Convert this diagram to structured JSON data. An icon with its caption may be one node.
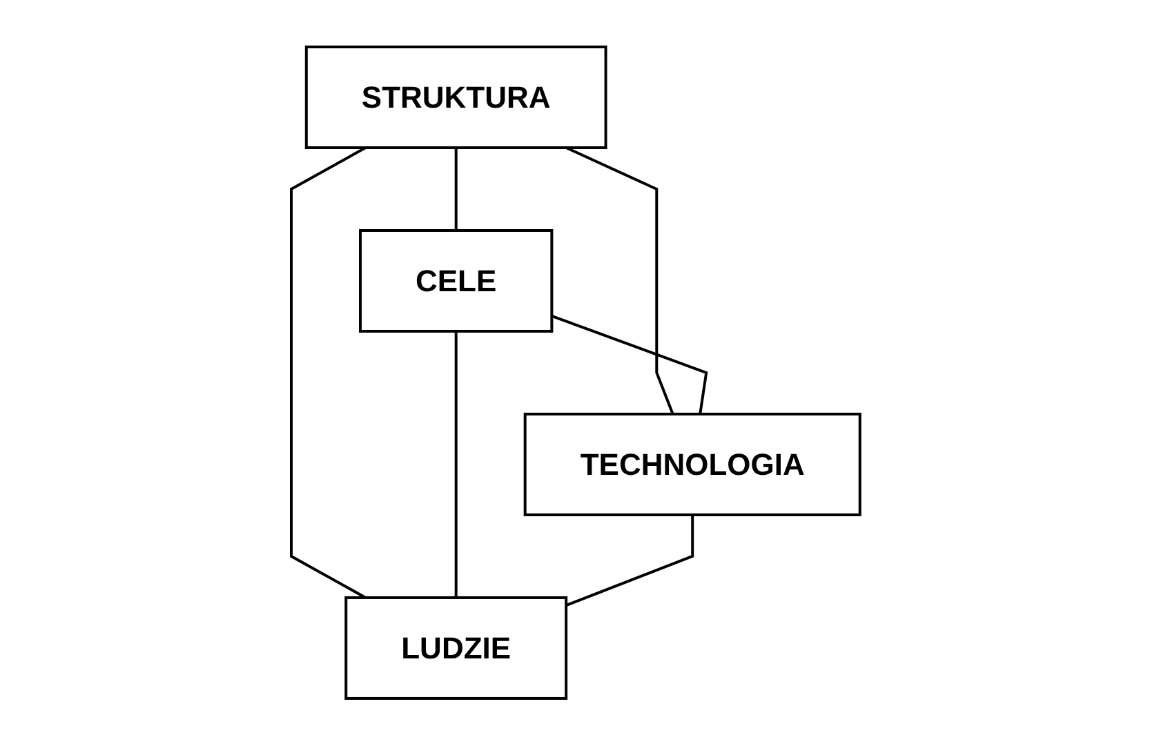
{
  "diagram": {
    "nodes": [
      {
        "text": [
          "STRUKTURA"
        ]
      },
      {
        "text": [
          "CELE"
        ]
      },
      {
        "text": [
          "TECHNOLOGIA"
        ]
      },
      {
        "text": [
          "LUDZIE"
        ]
      }
    ],
    "edges": [
      {
        "from": 0,
        "to": 1,
        "arrow": "none"
      },
      {
        "from": 0,
        "to": 2,
        "arrow": "none"
      },
      {
        "from": 0,
        "to": 3,
        "arrow": "none"
      },
      {
        "from": 1,
        "to": 2,
        "arrow": "none"
      },
      {
        "from": 1,
        "to": 3,
        "arrow": "none"
      },
      {
        "from": 2,
        "to": 3,
        "arrow": "none"
      }
    ]
  }
}
